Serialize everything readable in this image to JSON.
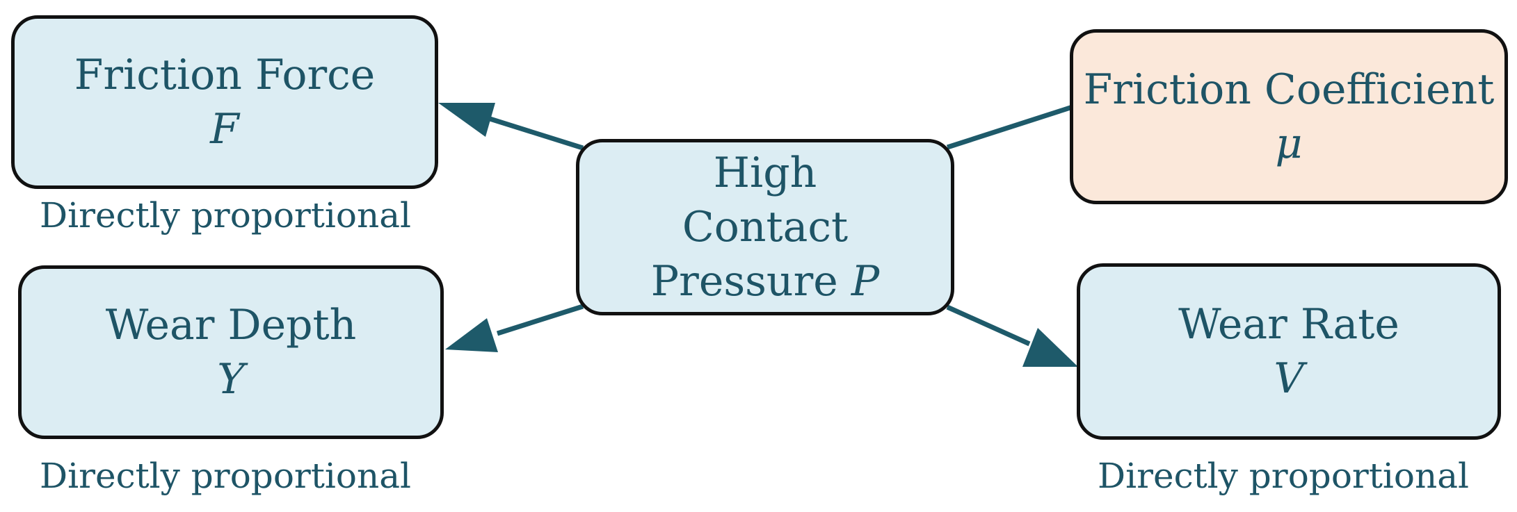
{
  "colors": {
    "box_fill": "#dcedf3",
    "box_fill_highlight": "#fbe8da",
    "border": "#111111",
    "text": "#1e5466",
    "arrow": "#1e5a6a"
  },
  "nodes": {
    "friction_force": {
      "title": "Friction Force",
      "symbol": "F"
    },
    "friction_coefficient": {
      "title": "Friction Coefficient",
      "symbol": "μ"
    },
    "contact_pressure": {
      "line1": "High",
      "line2": "Contact",
      "line3_prefix": "Pressure",
      "symbol": "P"
    },
    "wear_depth": {
      "title": "Wear Depth",
      "symbol": "Y"
    },
    "wear_rate": {
      "title": "Wear Rate",
      "symbol": "V"
    }
  },
  "captions": {
    "friction_force": "Directly proportional",
    "wear_depth": "Directly proportional",
    "wear_rate": "Directly proportional"
  },
  "edges": [
    {
      "from": "contact_pressure",
      "to": "friction_force",
      "arrowhead": true
    },
    {
      "from": "contact_pressure",
      "to": "wear_depth",
      "arrowhead": true
    },
    {
      "from": "contact_pressure",
      "to": "wear_rate",
      "arrowhead": true
    },
    {
      "from": "contact_pressure",
      "to": "friction_coefficient",
      "arrowhead": false
    }
  ]
}
